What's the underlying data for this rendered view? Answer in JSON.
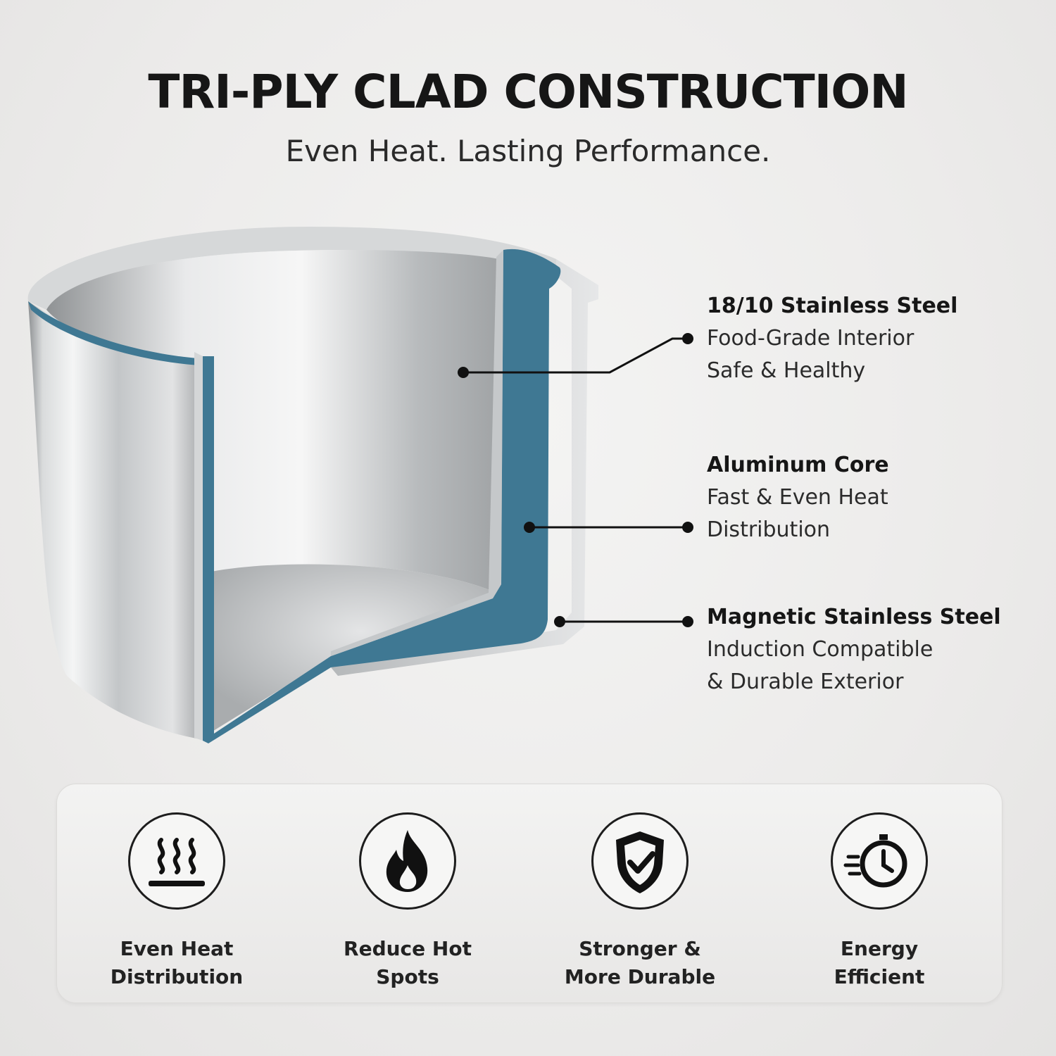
{
  "header": {
    "title": "TRI-PLY CLAD CONSTRUCTION",
    "subtitle": "Even Heat. Lasting Performance."
  },
  "callouts": [
    {
      "heading": "18/10 Stainless Steel",
      "lines": [
        "Food-Grade Interior",
        "Safe & Healthy"
      ]
    },
    {
      "heading": "Aluminum Core",
      "lines": [
        "Fast & Even Heat",
        "Distribution"
      ]
    },
    {
      "heading": "Magnetic Stainless Steel",
      "lines": [
        "Induction Compatible",
        "& Durable Exterior"
      ]
    }
  ],
  "features": [
    {
      "icon": "heat-waves-icon",
      "line1": "Even Heat",
      "line2": "Distribution"
    },
    {
      "icon": "flame-icon",
      "line1": "Reduce Hot",
      "line2": "Spots"
    },
    {
      "icon": "shield-check-icon",
      "line1": "Stronger &",
      "line2": "More Durable"
    },
    {
      "icon": "stopwatch-icon",
      "line1": "Energy",
      "line2": "Efficient"
    }
  ],
  "colors": {
    "aluminum_core": "#3f7893",
    "steel": "#c9cbcc",
    "text": "#161616"
  }
}
